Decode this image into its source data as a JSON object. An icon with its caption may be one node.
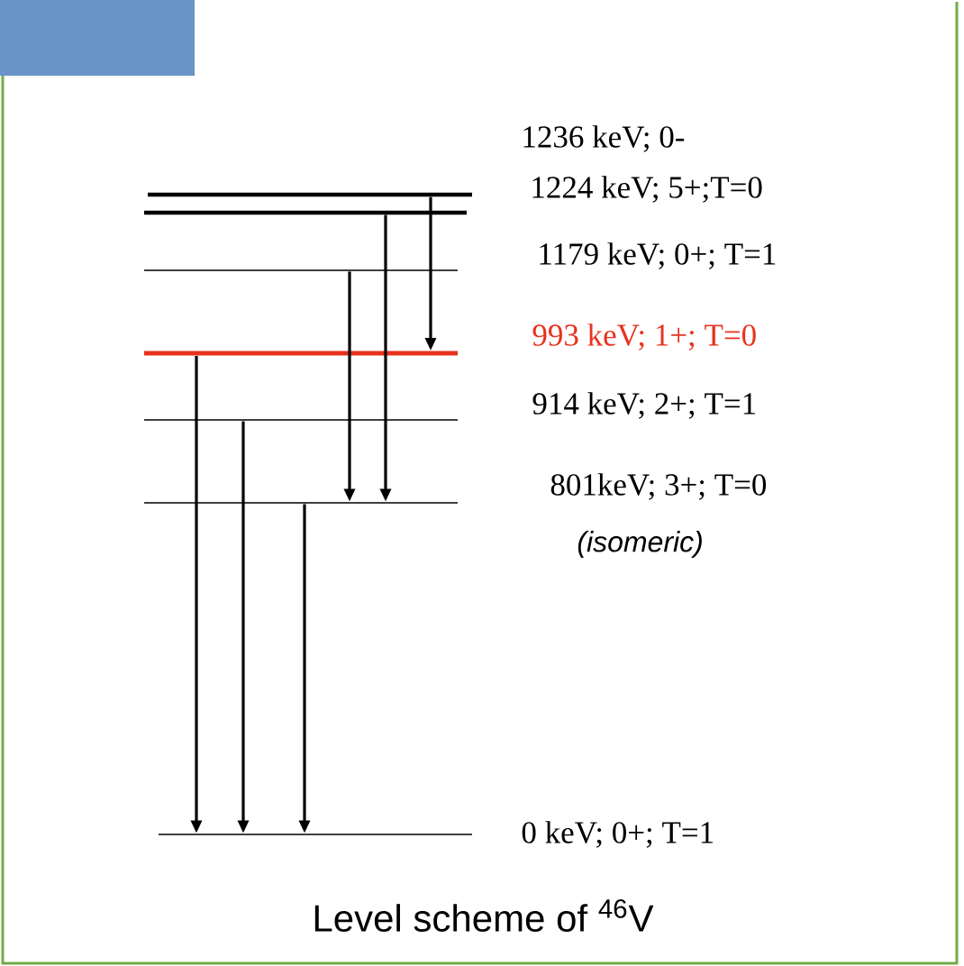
{
  "diagram": {
    "caption": "Level scheme of $^{46}$V",
    "nodes": [
      {
        "text": [],
        "shape": "bar",
        "beside": [
          "1236 keV; 0-"
        ]
      },
      {
        "text": [],
        "shape": "bar",
        "beside": [
          "1224 keV; 5+;T=0"
        ]
      },
      {
        "text": [],
        "shape": "bar",
        "beside": [
          "1179 keV; 0+; T=1"
        ]
      },
      {
        "text": [],
        "shape": "bar",
        "beside": [
          "993 keV; 1+; T=0"
        ]
      },
      {
        "text": [],
        "shape": "bar",
        "beside": [
          "914 keV; 2+;  T=1"
        ]
      },
      {
        "text": [],
        "shape": "bar",
        "beside": [
          "801keV; 3+; T=0",
          "(isomeric)"
        ]
      },
      {
        "text": [],
        "shape": "bar",
        "beside": [
          "0 keV; 0+; T=1"
        ]
      }
    ],
    "edges": [
      {
        "from": 0,
        "to": 3,
        "arrow": "to"
      },
      {
        "from": 1,
        "to": 5,
        "arrow": "to"
      },
      {
        "from": 2,
        "to": 5,
        "arrow": "to"
      },
      {
        "from": 3,
        "to": 6,
        "arrow": "to"
      },
      {
        "from": 4,
        "to": 6,
        "arrow": "to"
      },
      {
        "from": 5,
        "to": 6,
        "arrow": "to"
      }
    ]
  }
}
